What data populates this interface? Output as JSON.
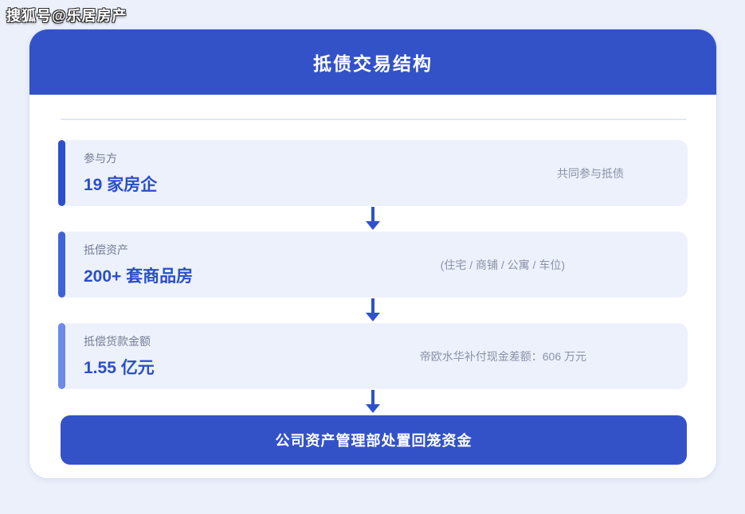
{
  "watermark": "搜狐号@乐居房产",
  "header": {
    "title": "抵债交易结构"
  },
  "flow": {
    "steps": [
      {
        "label": "参与方",
        "value": "19 家房企",
        "note": "共同参与抵债",
        "accent": "#2d4fca"
      },
      {
        "label": "抵偿资产",
        "value": "200+ 套商品房",
        "note": "(住宅 / 商铺 / 公寓 / 车位)",
        "accent": "#3f63d6"
      },
      {
        "label": "抵偿货款金额",
        "value": "1.55 亿元",
        "note": "帝欧水华补付现金差额：606 万元",
        "accent": "#6d8ae8"
      }
    ],
    "result": "公司资产管理部处置回笼资金"
  },
  "colors": {
    "header_bg": "#3352c8",
    "result_bg": "#3352c8",
    "value_text": "#2a4ec9",
    "arrow": "#2e52cb",
    "row_bg": "#edf1fb",
    "page_bg": "#ecf0fa",
    "label_text": "#757d95",
    "note_text": "#8b92a8"
  },
  "icons": {
    "arrow_down": "down-arrow"
  }
}
